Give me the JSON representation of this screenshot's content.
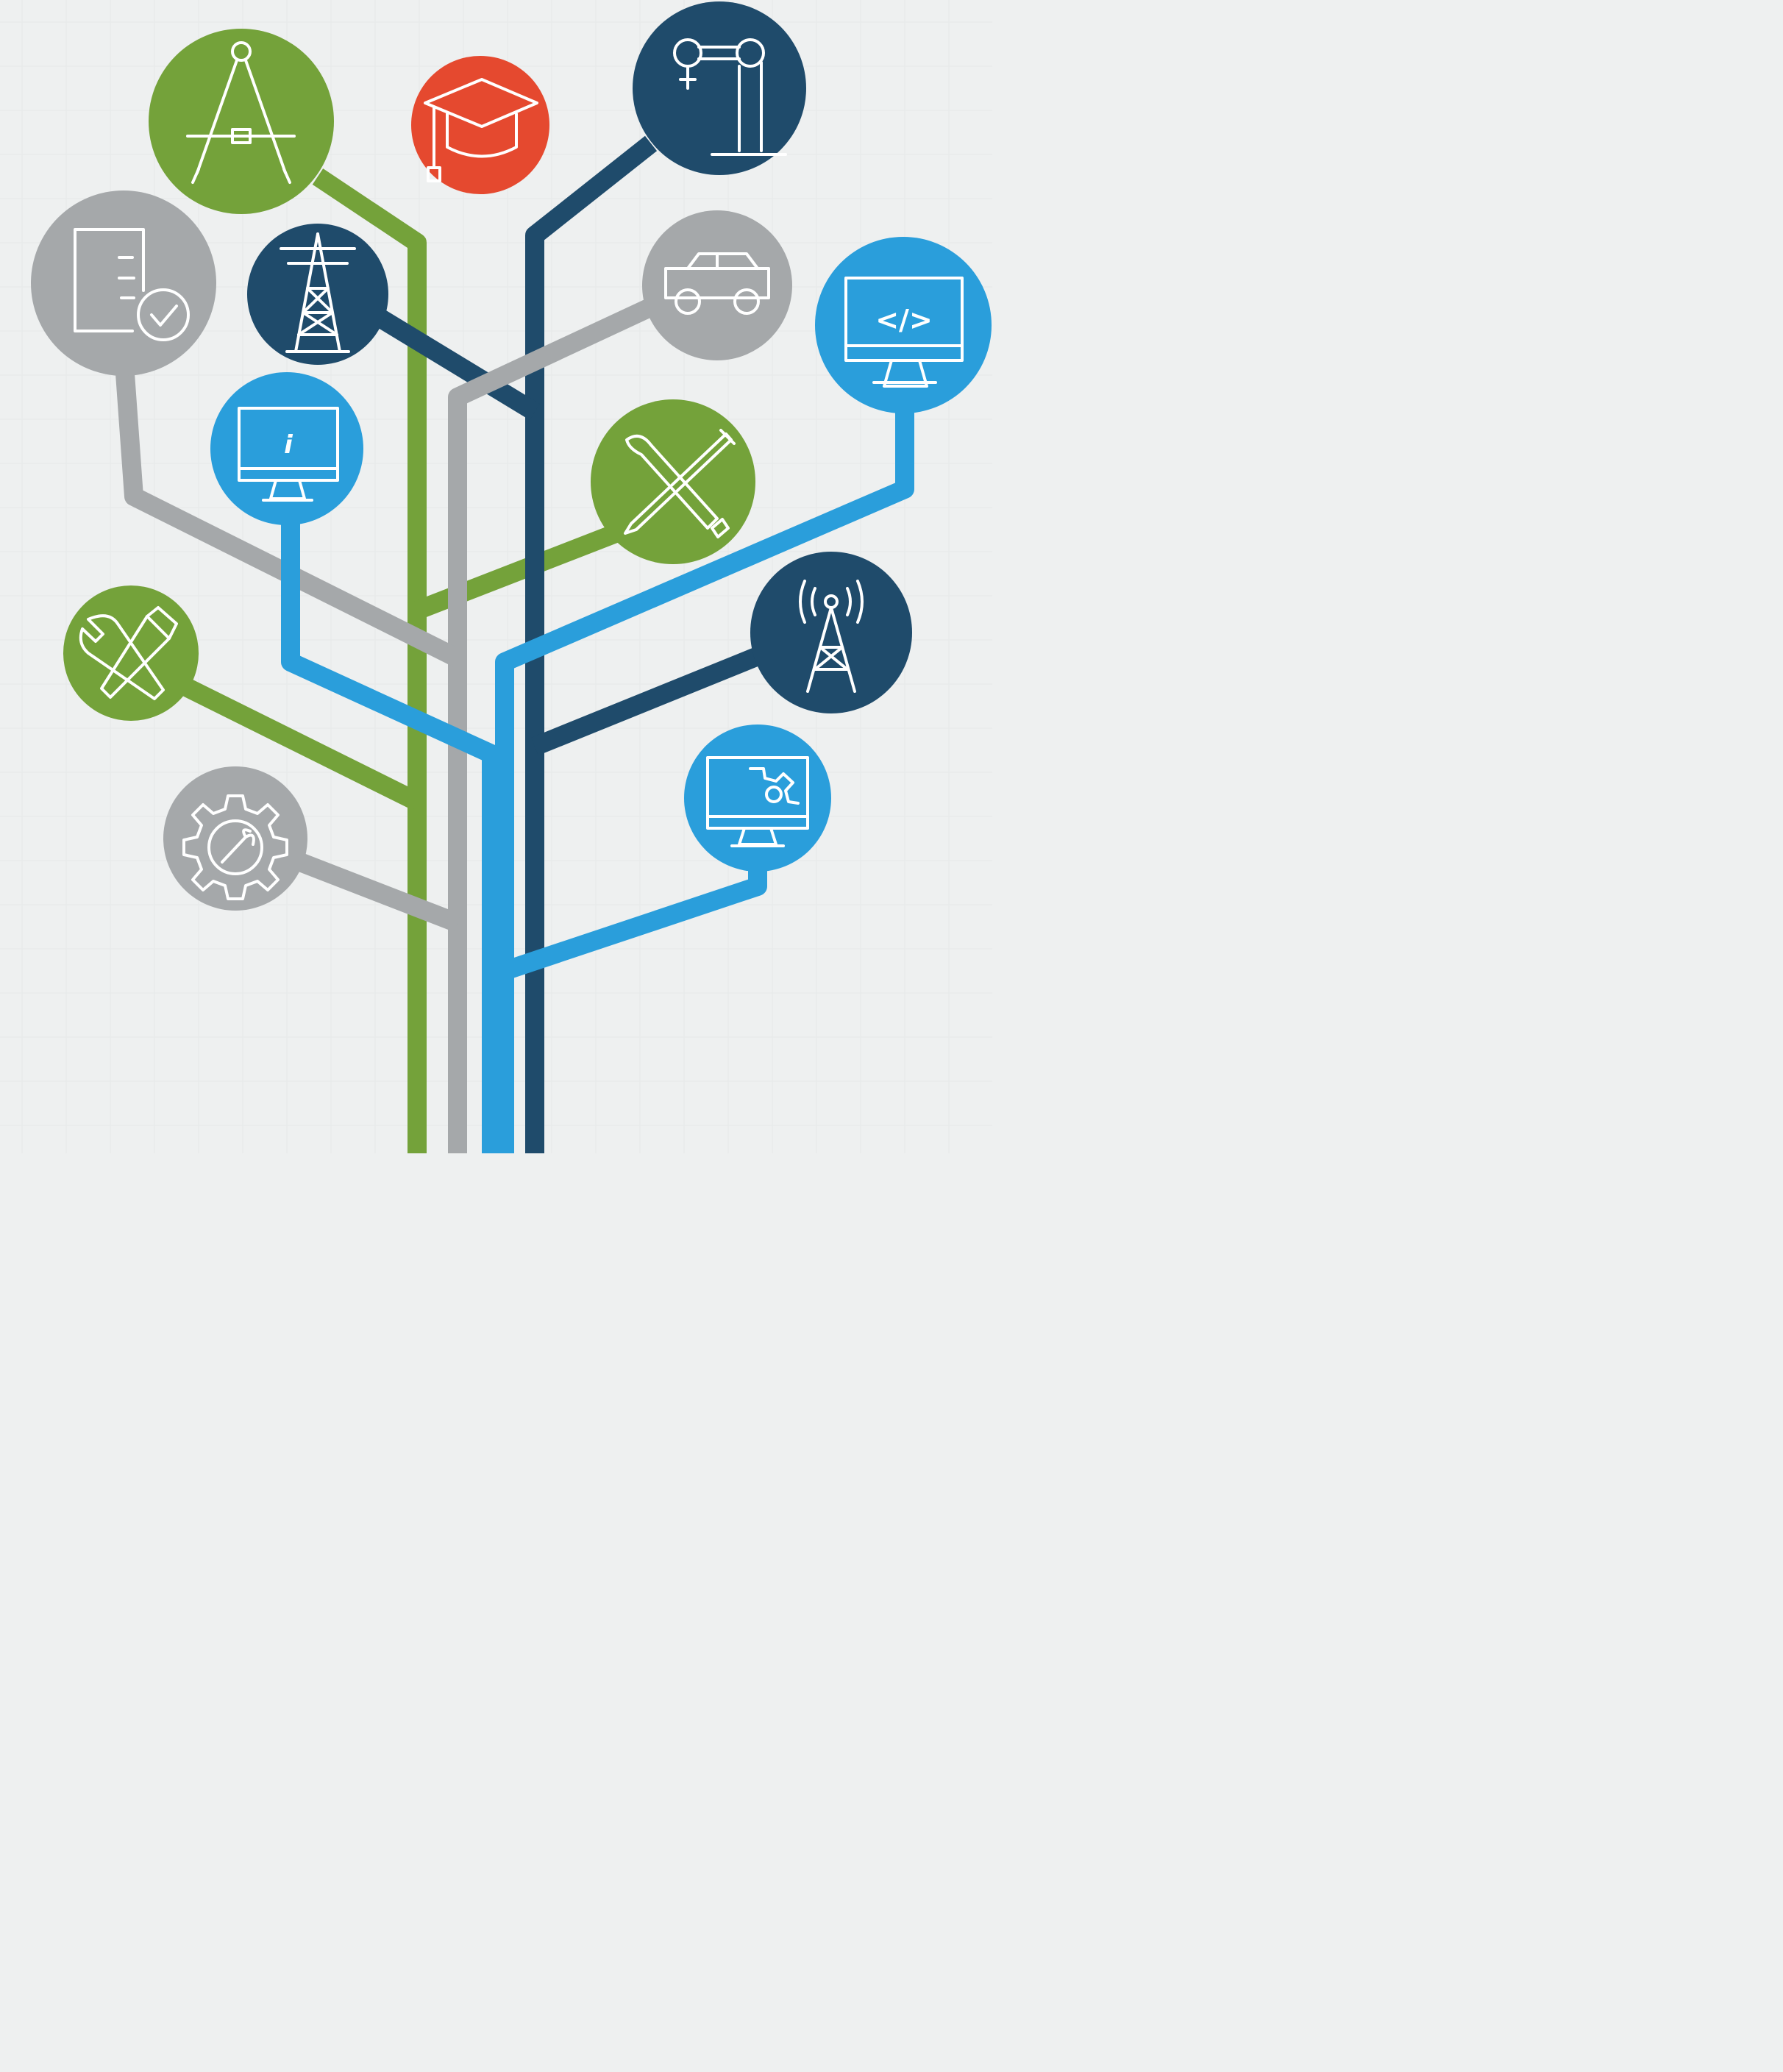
{
  "palette": {
    "background": "#eef0f0",
    "green": "#74a23a",
    "gray": "#a5a8aa",
    "dark_navy": "#1f4b6b",
    "light_blue": "#2a9edb",
    "red": "#e5492f",
    "icon_stroke": "#ffffff"
  },
  "nodes": [
    {
      "id": "compass",
      "icon": "drafting-compass-icon",
      "color": "green"
    },
    {
      "id": "graduation",
      "icon": "graduation-cap-icon",
      "color": "red"
    },
    {
      "id": "robot-arm",
      "icon": "robotic-arm-icon",
      "color": "dark_navy"
    },
    {
      "id": "document",
      "icon": "document-check-icon",
      "color": "gray"
    },
    {
      "id": "power-tower",
      "icon": "power-pylon-icon",
      "color": "dark_navy"
    },
    {
      "id": "car",
      "icon": "car-icon",
      "color": "gray"
    },
    {
      "id": "code-monitor",
      "icon": "code-monitor-icon",
      "color": "light_blue"
    },
    {
      "id": "info-monitor",
      "icon": "info-monitor-icon",
      "color": "light_blue",
      "glyph": "i"
    },
    {
      "id": "design-tools",
      "icon": "brush-pencil-icon",
      "color": "green"
    },
    {
      "id": "antenna",
      "icon": "radio-tower-icon",
      "color": "dark_navy"
    },
    {
      "id": "repair-tools",
      "icon": "wrench-hammer-icon",
      "color": "green"
    },
    {
      "id": "gear-wrench",
      "icon": "gear-wrench-icon",
      "color": "gray"
    },
    {
      "id": "engineering-monitor",
      "icon": "engineering-monitor-icon",
      "color": "light_blue"
    }
  ],
  "code_glyph": "</>"
}
